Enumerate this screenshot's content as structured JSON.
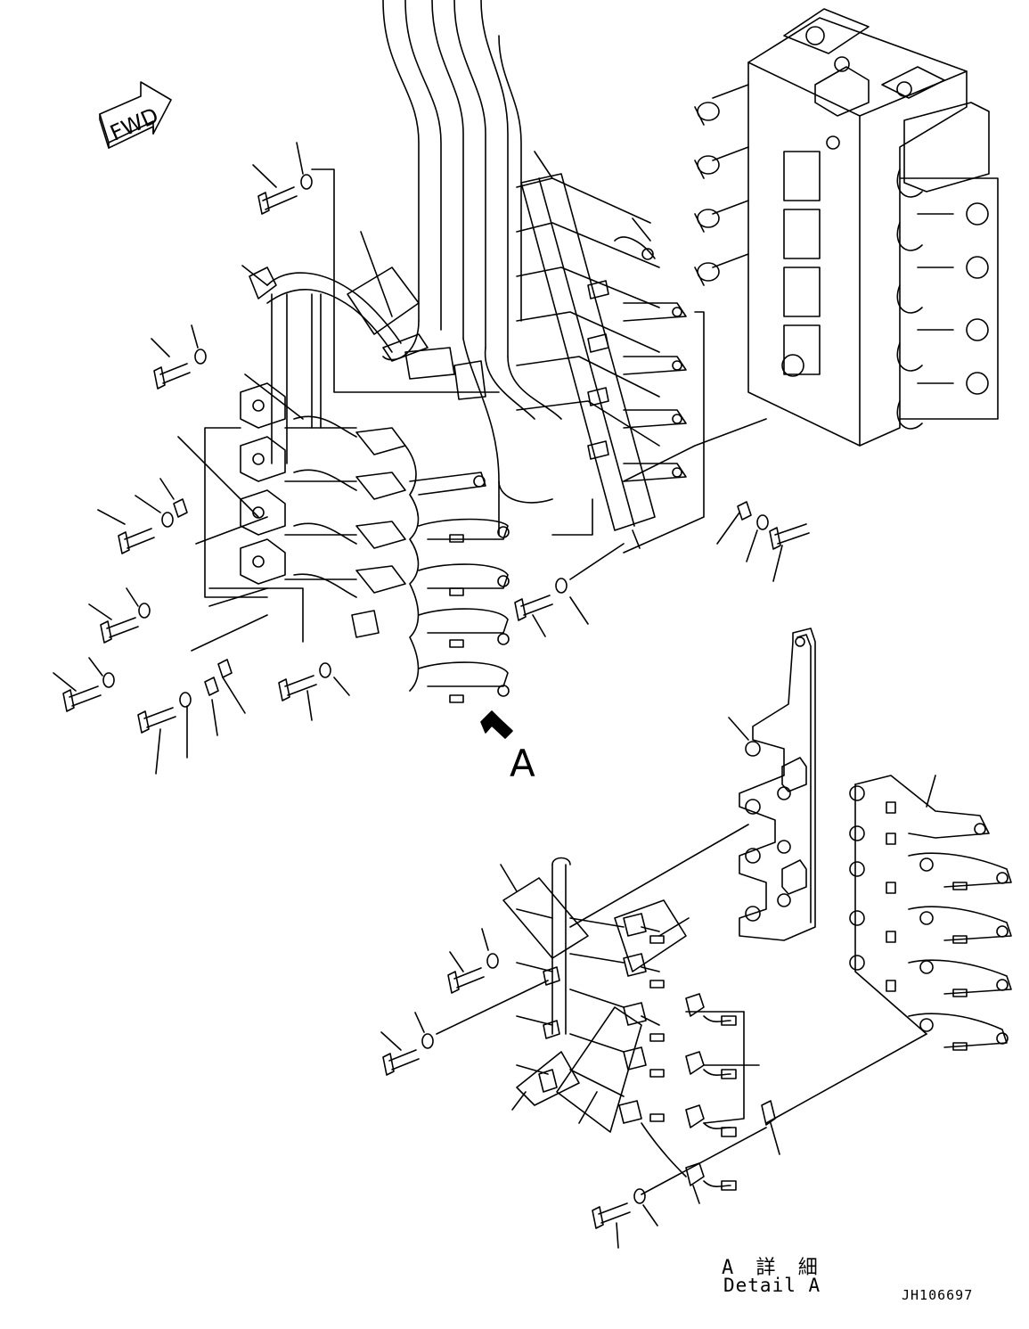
{
  "fwd_label": "FWD",
  "view_marker": "A",
  "detail_jp": "A 詳 細",
  "detail_en": "Detail A",
  "drawing_ref": "JH106697",
  "colors": {
    "line": "#000000",
    "background": "#ffffff"
  },
  "icons": [
    "fwd-arrow-icon",
    "view-direction-arrow-icon"
  ]
}
